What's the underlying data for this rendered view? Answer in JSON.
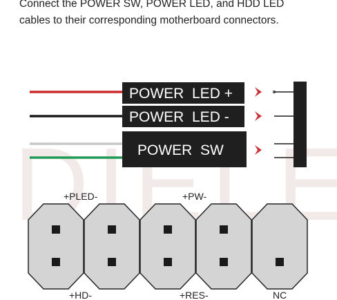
{
  "instruction": {
    "line1": "Connect the POWER SW, POWER LED, and HDD LED",
    "line2": "cables to their corresponding motherboard connectors."
  },
  "watermark": {
    "text": "DIELE"
  },
  "connectors": [
    {
      "label": "POWER  LED +",
      "wire_colors": [
        "#cc2b2b"
      ]
    },
    {
      "label": "POWER  LED -",
      "wire_colors": [
        "#1a1a1a"
      ]
    },
    {
      "label": "POWER  SW",
      "wire_colors": [
        "#c8c8c8",
        "#1e9a55"
      ]
    }
  ],
  "header_labels": {
    "top": [
      "+PLED-",
      "+PW-"
    ],
    "bottom": [
      "+HD-",
      "+RES-",
      "NC"
    ]
  },
  "colors": {
    "connector_body": "#1f1f1f",
    "arrow": "#c8333a",
    "pin_block": "#d4d4d4",
    "pin": "#1a1a1a"
  }
}
